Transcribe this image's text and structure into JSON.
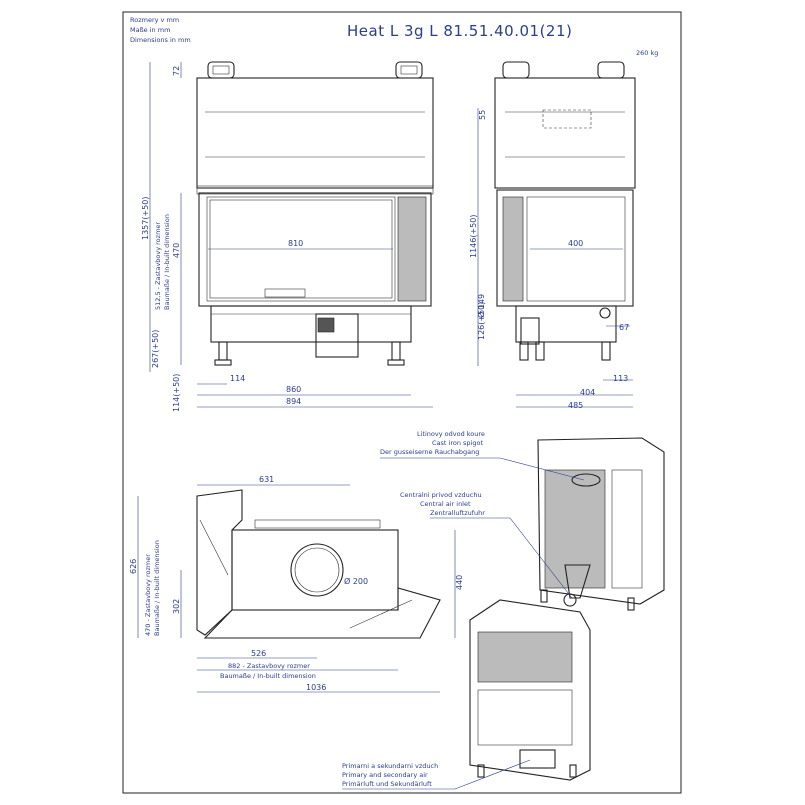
{
  "header": {
    "units_cz": "Rozmery v mm",
    "units_de": "Maße in mm",
    "units_en": "Dimensions in mm",
    "title": "Heat L 3g L 81.51.40.01(21)",
    "weight": "260 kg"
  },
  "front_view": {
    "dim_top": "72",
    "dim_total_height": "1357(+50)",
    "dim_builtin_height": "512,5 - Zastavbovy rozmer",
    "dim_builtin_height_en": "Baumaße / In-built dimension",
    "dim_glass_height": "470",
    "dim_glass_width": "810",
    "dim_base": "267(+50)",
    "dim_feet": "114(+50)",
    "dim_left_foot": "114",
    "dim_width_inner": "860",
    "dim_width_total": "894"
  },
  "side_view": {
    "dim_top": "55",
    "dim_height": "1146(+50)",
    "dim_glass_width": "400",
    "dim_flue_height": "126(+50)",
    "dim_flue_diameter": "Ø 149",
    "dim_right_offset": "67",
    "dim_right_foot": "113",
    "dim_depth_inner": "404",
    "dim_depth_total": "485"
  },
  "top_view": {
    "dim_631": "631",
    "dim_626": "626",
    "dim_470_builtin": "470 - Zastavbovy rozmer",
    "dim_470_builtin_en": "Baumaße / In-built dimension",
    "dim_302": "302",
    "dim_440": "440",
    "dim_flue": "Ø 200",
    "dim_526": "526",
    "dim_882": "882 - Zastavbovy rozmer",
    "dim_882_en": "Baumaße / In-built dimension",
    "dim_1036": "1036"
  },
  "notes": {
    "spigot_cz": "Litinovy odvod koure",
    "spigot_en": "Cast iron spigot",
    "spigot_de": "Der gusseiserne Rauchabgang",
    "air_cz": "Centralni privod vzduchu",
    "air_en": "Central air inlet",
    "air_de": "Zentralluftzufuhr",
    "prim_cz": "Primarni a sekundarni vzduch",
    "prim_en": "Primary and secondary air",
    "prim_de": "Primärluft und Sekundärluft"
  }
}
